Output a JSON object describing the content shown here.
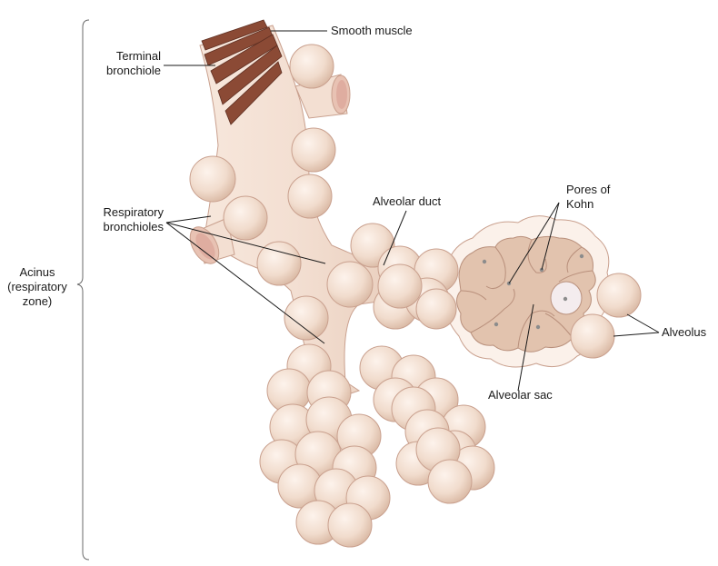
{
  "diagram": {
    "labels": {
      "smooth_muscle": "Smooth muscle",
      "terminal_bronchiole": "Terminal\nbronchiole",
      "respiratory_bronchioles": "Respiratory\nbronchioles",
      "alveolar_duct": "Alveolar duct",
      "pores_of_kohn": "Pores of\nKohn",
      "alveolus": "Alveolus",
      "alveolar_sac": "Alveolar sac",
      "acinus": "Acinus\n(respiratory\nzone)"
    },
    "colors": {
      "tissue_fill": "#f3dfd2",
      "tissue_stroke": "#c9a08e",
      "alveolus_light": "#fbeee4",
      "alveolus_mid": "#eed5c5",
      "alveolus_dark": "#d8b49e",
      "muscle": "#8b4a35",
      "sac_interior": "#e2c3ae",
      "pore": "#8c8c8c",
      "leader_line": "#1a1a1a"
    }
  }
}
